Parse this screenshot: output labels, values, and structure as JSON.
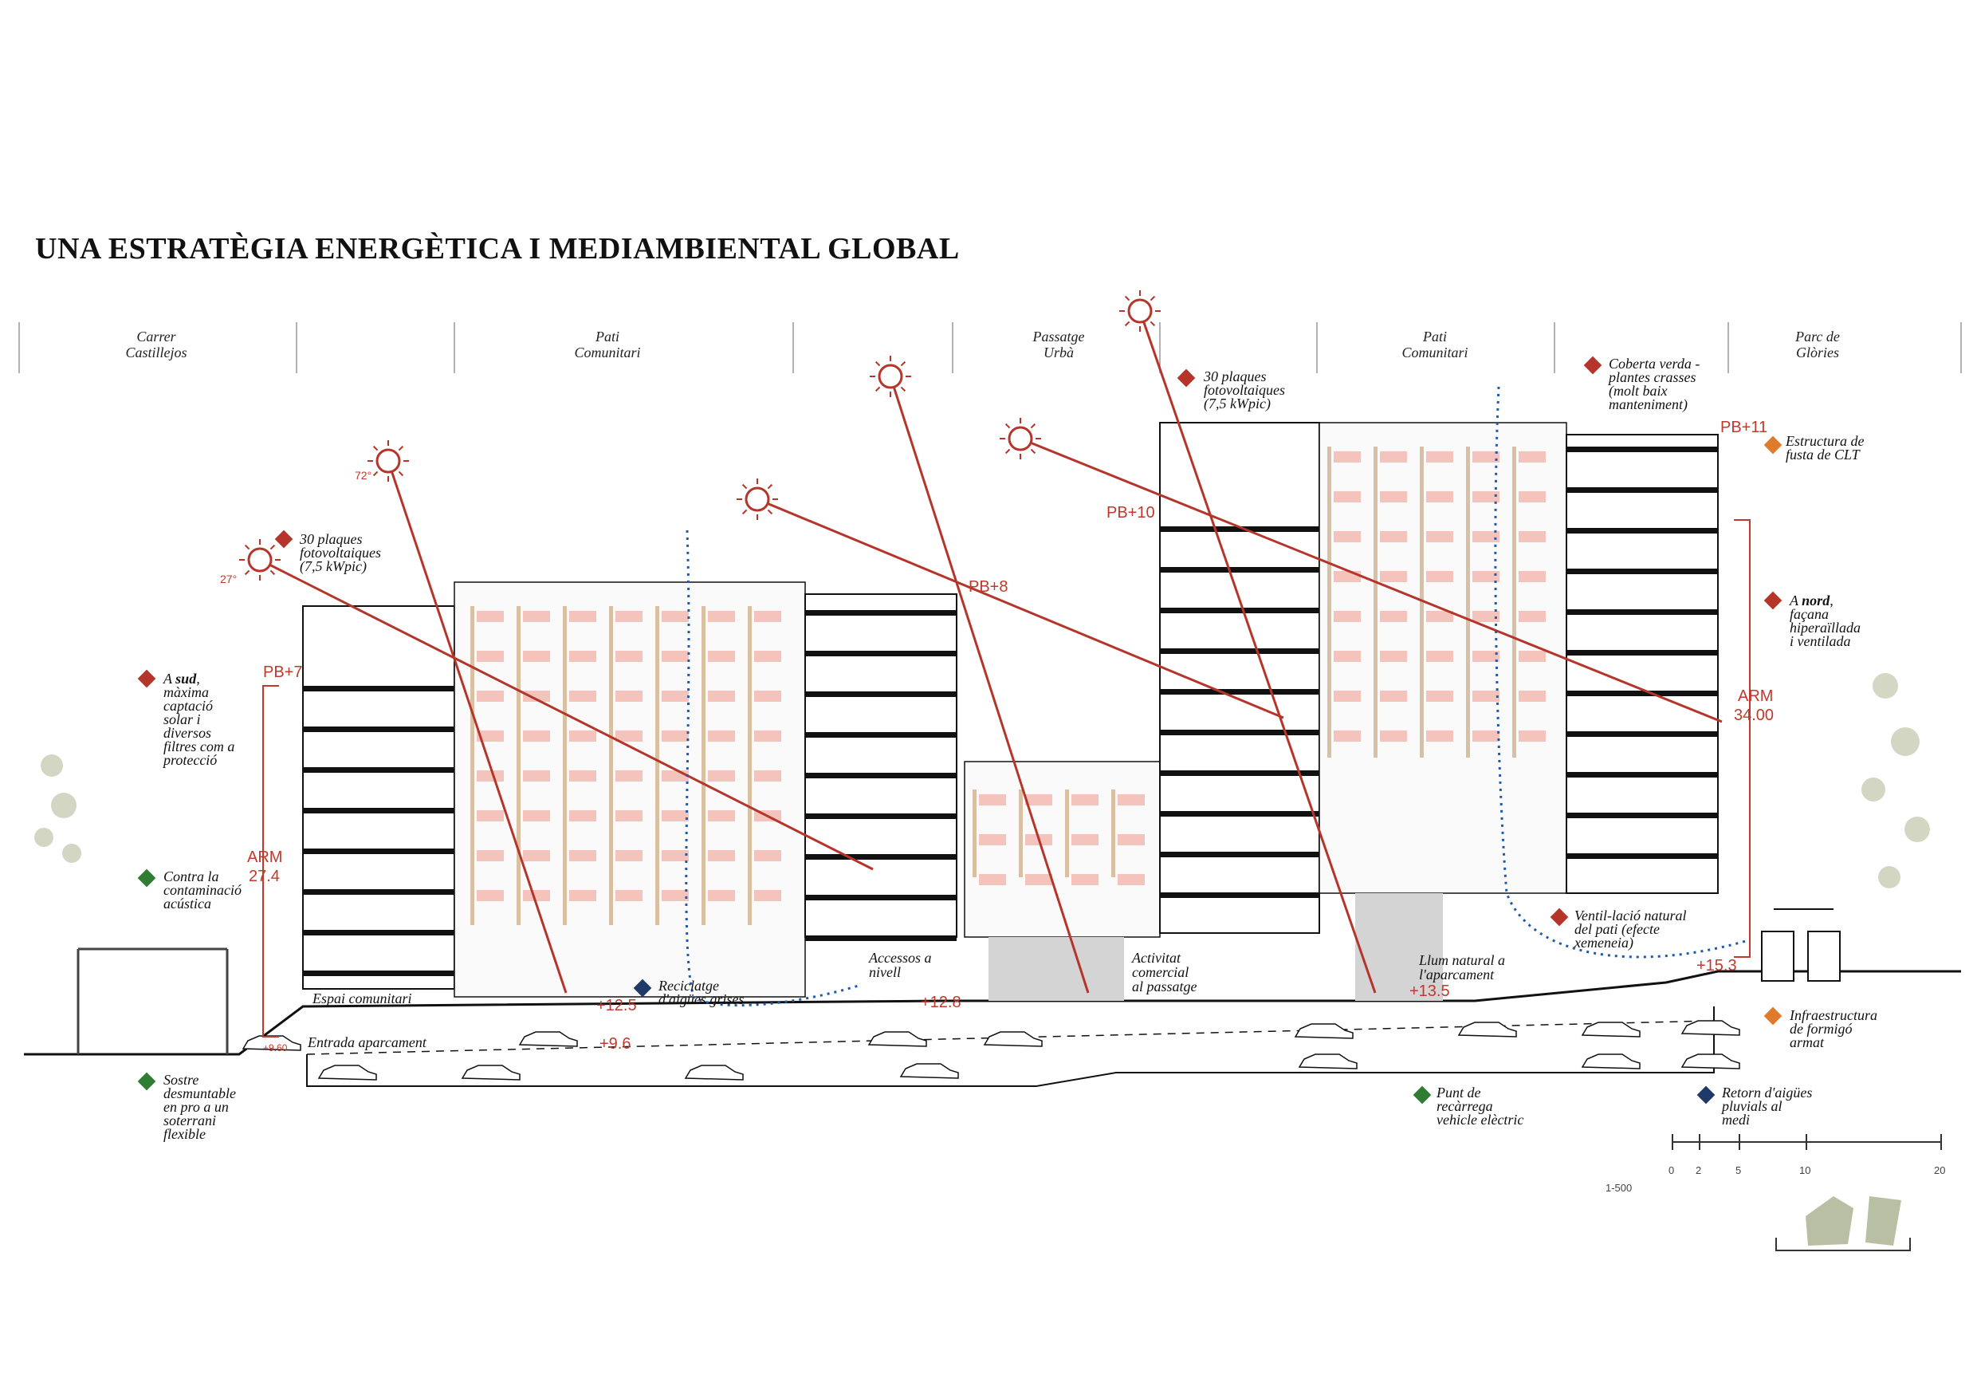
{
  "title": "UNA ESTRATÈGIA ENERGÈTICA I MEDIAMBIENTAL GLOBAL",
  "colors": {
    "red": "#b5352b",
    "green": "#2e7d32",
    "blue": "#1f3a68",
    "orange": "#e07b2c",
    "facade_pink": "#f2b6ad",
    "wood": "#d9c0a3",
    "grey": "#cfcfcf",
    "key_plan": "#b9bfa3"
  },
  "zones": [
    {
      "label": "Carrer\nCastillejos"
    },
    {
      "label": "Pati\nComunitari"
    },
    {
      "label": "Passatge\nUrbà"
    },
    {
      "label": "Pati\nComunitari"
    },
    {
      "label": "Parc de\nGlòries"
    }
  ],
  "annotations": {
    "pv_left": {
      "text": "30 plaques\nfotovoltaiques\n(7,5 kWpic)",
      "icon": "red-diamond"
    },
    "pv_right": {
      "text": "30 plaques\nfotovoltaiques\n(7,5 kWpic)",
      "icon": "red-diamond"
    },
    "green_roof": {
      "text": "Coberta verda -\nplantes crasses\n(molt baix\nmanteniment)",
      "icon": "red-diamond"
    },
    "clt": {
      "text": "Estructura de\nfusta de CLT",
      "icon": "orange-diamond"
    },
    "north_pre": "A ",
    "north_bold": "nord",
    "north_post": ",\nfaçana\nhiperaïllada\ni ventilada",
    "south_pre": "A ",
    "south_bold": "sud",
    "south_post": ",\nmàxima\ncaptació\nsolar i\ndiversos\nfiltres com a\nprotecció",
    "acoustic": {
      "text": "Contra la\ncontaminació\nacústica",
      "icon": "green-diamond"
    },
    "basement": {
      "text": "Sostre\ndesmuntable\nen pro a un\nsoterrani\nflexible",
      "icon": "green-diamond"
    },
    "greywater": {
      "text": "Reciclatge\nd'aigües grises",
      "icon": "blue-diamond"
    },
    "ventilation": {
      "text": "Ventil-lació natural\ndel pati (efecte\nxemeneia)",
      "icon": "red-diamond"
    },
    "concrete": {
      "text": "Infraestructura\nde formigó\narmat",
      "icon": "orange-diamond"
    },
    "charging": {
      "text": "Punt de\nrecàrrega\nvehicle elèctric",
      "icon": "green-diamond"
    },
    "rainwater": {
      "text": "Retorn d'aigües\npluvials al\nmedi",
      "icon": "blue-diamond"
    }
  },
  "place_labels": {
    "common_space": "Espai comunitari",
    "parking_entry": "Entrada aparcament",
    "access": "Accessos a\nnivell",
    "commercial": "Activitat\ncomercial\nal passatge",
    "natural_light": "Llum natural a\nl'aparcament"
  },
  "levels": {
    "pb7": "PB+7",
    "pb8": "PB+8",
    "pb10": "PB+10",
    "pb11": "PB+11",
    "arm_left_label": "ARM",
    "arm_left_value": "27.4",
    "arm_right_label": "ARM",
    "arm_right_value": "34.00",
    "e125": "+12.5",
    "e128": "+12.8",
    "e135": "+13.5",
    "e153": "+15.3",
    "e96": "+9.6",
    "e960": "+9.60"
  },
  "sun_angles": {
    "a27": "27°",
    "a72": "72°"
  },
  "scale": {
    "ratio": "1-500",
    "ticks": [
      "0",
      "2",
      "5",
      "10",
      "20"
    ]
  }
}
